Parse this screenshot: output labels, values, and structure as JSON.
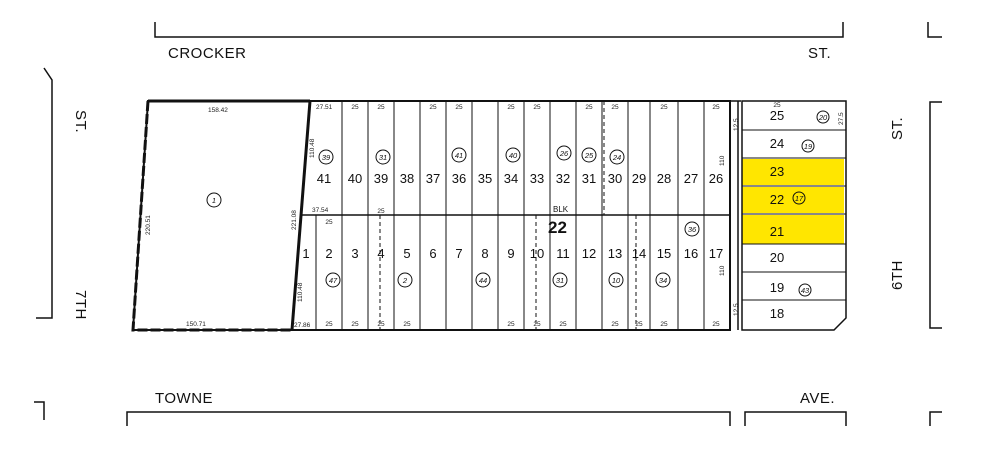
{
  "streets": {
    "crocker": "CROCKER",
    "crocker_suffix": "ST.",
    "towne": "TOWNE",
    "towne_suffix": "AVE.",
    "seventh": "7TH",
    "seventh_suffix": "ST.",
    "sixth": "6TH",
    "sixth_suffix": "ST."
  },
  "block": {
    "label": "BLK",
    "number": "22"
  },
  "parcel_one": "1",
  "top_lots": [
    "41",
    "40",
    "39",
    "38",
    "37",
    "36",
    "35",
    "34",
    "33",
    "32",
    "31",
    "30",
    "29",
    "28",
    "27",
    "26"
  ],
  "bottom_lots": [
    "1",
    "2",
    "3",
    "4",
    "5",
    "6",
    "7",
    "8",
    "9",
    "10",
    "11",
    "12",
    "13",
    "14",
    "15",
    "16",
    "17"
  ],
  "east_lots": [
    "25",
    "24",
    "23",
    "22",
    "21",
    "20",
    "19",
    "18"
  ],
  "highlighted_lots": [
    "23",
    "22",
    "21"
  ],
  "parcel_circles_top": [
    "39",
    "31",
    "41",
    "40",
    "26",
    "25",
    "24"
  ],
  "parcel_circles_bottom": [
    "47",
    "2",
    "44",
    "31",
    "10",
    "34",
    "36"
  ],
  "parcel_circles_east": [
    "20",
    "19",
    "17",
    "43"
  ],
  "dims": {
    "top_left": "158.42",
    "bottom_left": "150.71",
    "west_side": "220.51",
    "diag_side": "221.08",
    "mid_left": "37.54",
    "top_lot_1": "27.51",
    "bottom_lot_1": "27.86",
    "lot_width": "25",
    "side_top": "110.48",
    "side_bottom": "110.48",
    "east_half": "12.5",
    "east_side": "110",
    "east_col": "27.5"
  },
  "colors": {
    "highlight": "#ffe600",
    "line": "#111111"
  }
}
